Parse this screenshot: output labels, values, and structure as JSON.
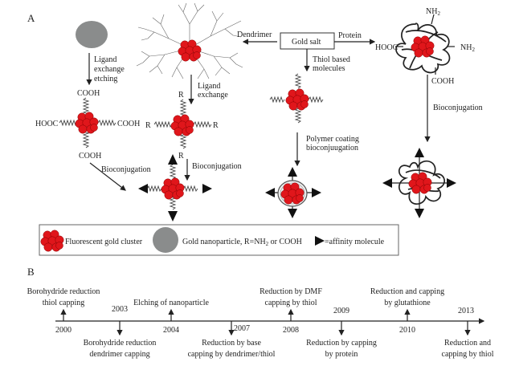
{
  "panel_a": {
    "label": "A",
    "gold_salt": "Gold salt",
    "route_dendrimer": "Dendrimer",
    "route_protein": "Protein",
    "route_thiol_line1": "Thiol based",
    "route_thiol_line2": "molecules",
    "ligand_exchange_etching": [
      "Ligand",
      "exchange",
      "etching"
    ],
    "ligand_exchange": [
      "Ligand",
      "exchange"
    ],
    "bioconjugation": "Bioconjugation",
    "polymer_coating": [
      "Polymer coating",
      "bioconjuugation"
    ],
    "cooh": "COOH",
    "hooc": "HOOC",
    "nh2": "NH",
    "sub2": "2",
    "r": "R",
    "legend": {
      "cluster": "Fluorescent gold cluster",
      "nanoparticle_prefix": "Gold nanoparticle, R=NH",
      "nanoparticle_sub": "2",
      "nanoparticle_suffix": " or COOH",
      "affinity": "=affinity molecule"
    },
    "colors": {
      "cluster": "#e0161b",
      "nanoparticle": "#8a8c8c"
    }
  },
  "panel_b": {
    "label": "B",
    "events": [
      {
        "year": "2000",
        "text": [
          "Borohydride reduction",
          "thiol capping"
        ],
        "side": "up"
      },
      {
        "year": "2003",
        "text": [
          "Borohydride reduction",
          "dendrimer capping"
        ],
        "side": "down"
      },
      {
        "year": "2004",
        "text": [
          "Elching of nanoparticle"
        ],
        "side": "up"
      },
      {
        "year": "2007",
        "text": [
          "Reduction by base",
          "capping by dendrimer/thiol"
        ],
        "side": "down"
      },
      {
        "year": "2008",
        "text": [
          "Reduction by DMF",
          "capping by thiol"
        ],
        "side": "up"
      },
      {
        "year": "2009",
        "text": [
          "Reduction by capping",
          "by protein"
        ],
        "side": "down"
      },
      {
        "year": "2010",
        "text": [
          "Reduction and capping",
          "by glutathione"
        ],
        "side": "up"
      },
      {
        "year": "2013",
        "text": [
          "Reduction and",
          "capping by thiol"
        ],
        "side": "down"
      }
    ]
  }
}
